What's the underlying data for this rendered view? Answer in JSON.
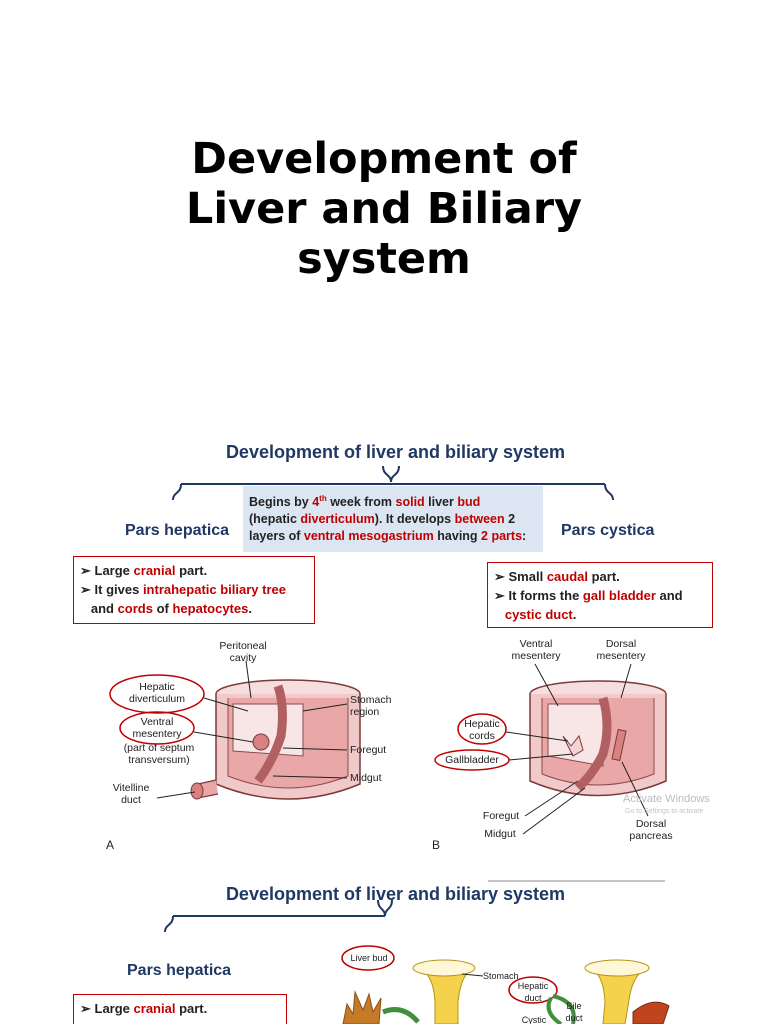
{
  "title": {
    "line1": "Development of",
    "line2": "Liver and Biliary",
    "line3": "system"
  },
  "slide1": {
    "heading": "Development of liver and biliary system",
    "info": {
      "t1": "Begins by ",
      "t2": "4",
      "t3": "th",
      "t4": " week from ",
      "t5": "solid",
      "t6": " liver ",
      "t7": "bud",
      "t8": "(hepatic ",
      "t9": "diverticulum",
      "t10": "). It develops ",
      "t11": "between",
      "t12": " 2",
      "t13": "layers of ",
      "t14": "ventral mesogastrium",
      "t15": " having ",
      "t16": "2 parts",
      "t17": ":"
    },
    "pars_hepatica": "Pars hepatica",
    "pars_cystica": "Pars cystica",
    "left_bullets": {
      "b1a": "Large ",
      "b1b": "cranial",
      "b1c": " part.",
      "b2a": "It gives ",
      "b2b": "intrahepatic biliary tree",
      "b3a": "and ",
      "b3b": "cords",
      "b3c": " of ",
      "b3d": "hepatocytes",
      "b3e": "."
    },
    "right_bullets": {
      "b1a": "Small ",
      "b1b": "caudal",
      "b1c": " part.",
      "b2a": "It forms the ",
      "b2b": "gall bladder",
      "b2c": " and",
      "b3a": "cystic duct",
      "b3b": "."
    },
    "fig_a": {
      "peritoneal1": "Peritoneal",
      "peritoneal2": "cavity",
      "hepatic1": "Hepatic",
      "hepatic2": "diverticulum",
      "ventral1": "Ventral",
      "ventral2": "mesentery",
      "septum1": "(part of septum",
      "septum2": "transversum)",
      "vitelline1": "Vitelline",
      "vitelline2": "duct",
      "stomach1": "Stomach",
      "stomach2": "region",
      "foregut": "Foregut",
      "midgut": "Midgut",
      "letter": "A"
    },
    "fig_b": {
      "ventral1": "Ventral",
      "ventral2": "mesentery",
      "dorsal1": "Dorsal",
      "dorsal2": "mesentery",
      "hepatic1": "Hepatic",
      "hepatic2": "cords",
      "gallbladder": "Gallbladder",
      "foregut": "Foregut",
      "midgut": "Midgut",
      "dpancreas1": "Dorsal",
      "dpancreas2": "pancreas",
      "letter": "B"
    },
    "watermark1": "Activate Windows",
    "watermark2": "Go to Settings to activate"
  },
  "slide2": {
    "heading": "Development of liver and biliary system",
    "pars_hepatica": "Pars hepatica",
    "b1a": "Large ",
    "b1b": "cranial",
    "b1c": " part.",
    "liver_bud": "Liver bud",
    "stomach": "Stomach",
    "hepatic1": "Hepatic",
    "hepatic2": "duct",
    "bile1": "Bile",
    "bile2": "duct",
    "cystic": "Cystic"
  }
}
